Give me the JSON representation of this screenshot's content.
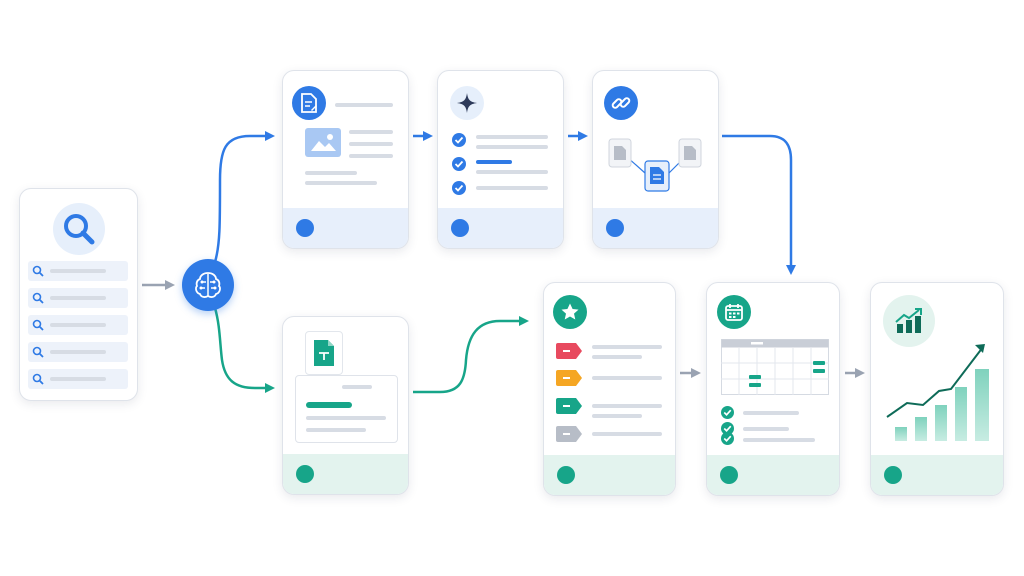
{
  "colors": {
    "blue": "#2f7ae5",
    "teal": "#17a589",
    "gray_arrow": "#9aa3b2",
    "red_tag": "#e84a5f",
    "orange_tag": "#f5a623",
    "teal_tag": "#17a589",
    "gray_tag": "#b7bdc7"
  },
  "icons": {
    "search": "magnifier-icon",
    "brain": "ai-brain-icon",
    "document": "document-edit-icon",
    "image": "image-icon",
    "sparkle": "sparkle-icon",
    "link": "link-icon",
    "sheet": "spreadsheet-icon",
    "star": "star-icon",
    "calendar": "calendar-icon",
    "growth": "bar-chart-growth-icon"
  },
  "flow": {
    "top_branch": [
      "document-card",
      "checklist-card",
      "link-card"
    ],
    "bottom_branch": [
      "sheet-card",
      "priority-card",
      "calendar-card",
      "growth-card"
    ]
  }
}
